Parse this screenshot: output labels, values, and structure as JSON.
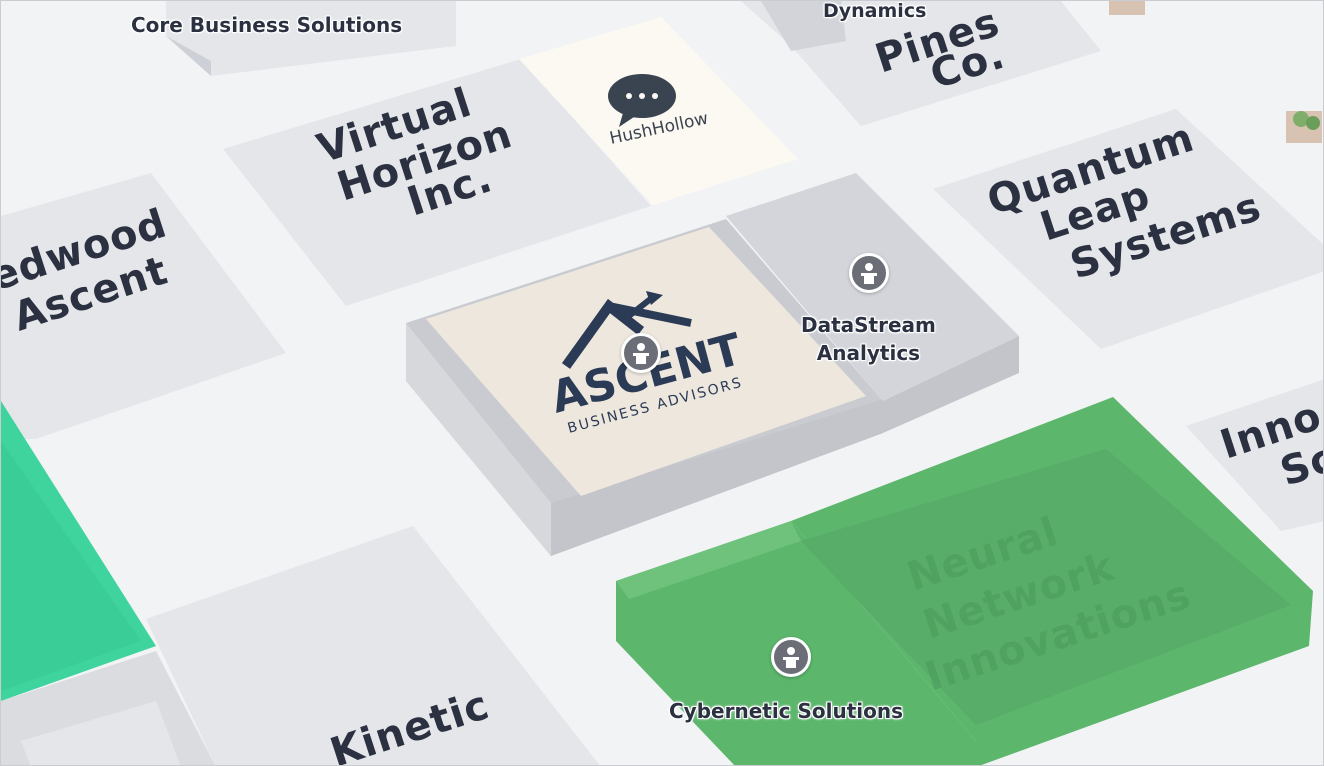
{
  "map": {
    "labels": {
      "core_business": "Core Business Solutions",
      "dynamics": "Dynamics",
      "datastream": "DataStream\nAnalytics",
      "cybernetic": "Cybernetic Solutions"
    },
    "booths": {
      "whispering_pines": [
        "Pines",
        "Co."
      ],
      "virtual_horizon": [
        "Virtual",
        "Horizon",
        "Inc."
      ],
      "redwood_ascent": [
        "edwood",
        "Ascent"
      ],
      "quantum_leap": [
        "Quantum",
        "Leap",
        "Systems"
      ],
      "innov": [
        "Inno",
        "Sc"
      ],
      "neural_network": [
        "Neural",
        "Network",
        "Innovations"
      ],
      "kinetic": [
        "Kinetic"
      ]
    },
    "logos": {
      "hushhollow": "HushHollow",
      "ascent_title": "ASCENT",
      "ascent_subtitle": "BUSINESS ADVISORS"
    },
    "icons": {
      "pin": "speaker-podium-icon",
      "chat": "chat-bubble-icon"
    },
    "colors": {
      "floor": "#f2f3f5",
      "booth": "#e4e6ea",
      "highlight_green": "#5cb66c",
      "teal": "#3fd49e",
      "text": "#2b3140"
    }
  }
}
